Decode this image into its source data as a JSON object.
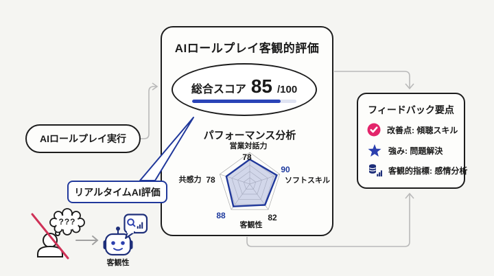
{
  "main_card": {
    "title": "AIロールプレイ客観的評価",
    "score_label": "総合スコア",
    "score_value": "85",
    "score_max": "/100",
    "score_progress_pct": 85
  },
  "chart_data": {
    "type": "radar",
    "title": "パフォーマンス分析",
    "scale_max": 100,
    "grid_levels": 5,
    "legend_position": "none",
    "axes": [
      {
        "position": "top",
        "label": "営業対話力",
        "value": 78,
        "value_color": "#1a1a1a"
      },
      {
        "position": "upper-right",
        "label": "ソフトスキル",
        "value": 90,
        "value_color": "#1e3a9e"
      },
      {
        "position": "lower-right",
        "label": "",
        "value": 82,
        "value_color": "#1a1a1a"
      },
      {
        "position": "lower-left",
        "label": "客観性",
        "value": 88,
        "value_color": "#1e3a9e"
      },
      {
        "position": "upper-left",
        "label": "共感力",
        "value": 78,
        "value_color": "#1a1a1a"
      }
    ],
    "polygon_stroke": "#20389b",
    "polygon_fill": "rgba(168,178,218,0.5)",
    "grid_color": "#a8a8a8"
  },
  "flow": {
    "exec_label": "AIロールプレイ実行",
    "realtime_label": "リアルタイムAI評価",
    "thought_text": "???",
    "robot_caption": "客観性"
  },
  "feedback_card": {
    "title": "フィードバック要点",
    "items": [
      {
        "icon": "check-circle-icon",
        "icon_color": "#e3256b",
        "text": "改善点: 傾聴スキル"
      },
      {
        "icon": "star-icon",
        "icon_color": "#2b3fae",
        "text": "強み: 問題解決"
      },
      {
        "icon": "database-chart-icon",
        "icon_color": "#1e2f7a",
        "text": "客観的指標: 感情分析"
      }
    ]
  },
  "colors": {
    "background": "#f5f5f2",
    "card_border": "#1c1c1c",
    "accent_navy": "#20389b",
    "progress_fill": "#2b44b8",
    "progress_track": "#dfe3f2",
    "pink": "#e3256b",
    "strike_red": "#cf3157",
    "connector_gray": "#b9b9b9"
  }
}
